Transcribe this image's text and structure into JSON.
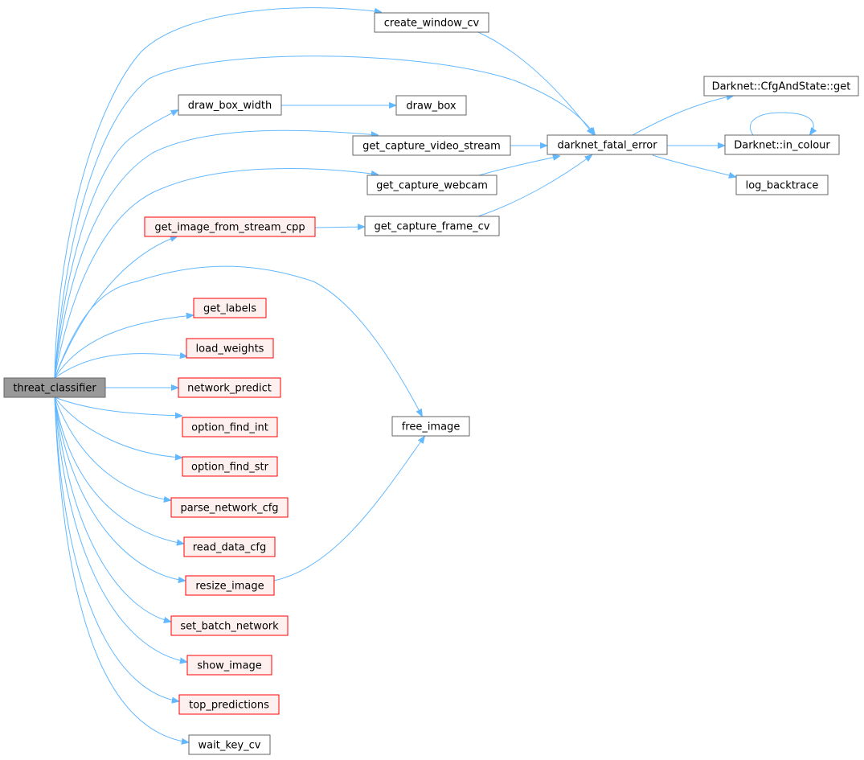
{
  "graph": {
    "nodes": [
      {
        "id": "threat_classifier",
        "label": "threat_classifier",
        "style": "root"
      },
      {
        "id": "create_window_cv",
        "label": "create_window_cv",
        "style": "normal"
      },
      {
        "id": "draw_box_width",
        "label": "draw_box_width",
        "style": "normal"
      },
      {
        "id": "draw_box",
        "label": "draw_box",
        "style": "normal"
      },
      {
        "id": "get_capture_video_stream",
        "label": "get_capture_video_stream",
        "style": "normal"
      },
      {
        "id": "get_capture_webcam",
        "label": "get_capture_webcam",
        "style": "normal"
      },
      {
        "id": "get_image_from_stream_cpp",
        "label": "get_image_from_stream_cpp",
        "style": "red"
      },
      {
        "id": "get_capture_frame_cv",
        "label": "get_capture_frame_cv",
        "style": "normal"
      },
      {
        "id": "darknet_fatal_error",
        "label": "darknet_fatal_error",
        "style": "normal"
      },
      {
        "id": "cfg_get",
        "label": "Darknet::CfgAndState::get",
        "style": "normal"
      },
      {
        "id": "in_colour",
        "label": "Darknet::in_colour",
        "style": "normal"
      },
      {
        "id": "log_backtrace",
        "label": "log_backtrace",
        "style": "normal"
      },
      {
        "id": "get_labels",
        "label": "get_labels",
        "style": "red"
      },
      {
        "id": "load_weights",
        "label": "load_weights",
        "style": "red"
      },
      {
        "id": "network_predict",
        "label": "network_predict",
        "style": "red"
      },
      {
        "id": "option_find_int",
        "label": "option_find_int",
        "style": "red"
      },
      {
        "id": "option_find_str",
        "label": "option_find_str",
        "style": "red"
      },
      {
        "id": "parse_network_cfg",
        "label": "parse_network_cfg",
        "style": "red"
      },
      {
        "id": "read_data_cfg",
        "label": "read_data_cfg",
        "style": "red"
      },
      {
        "id": "resize_image",
        "label": "resize_image",
        "style": "red"
      },
      {
        "id": "set_batch_network",
        "label": "set_batch_network",
        "style": "red"
      },
      {
        "id": "show_image",
        "label": "show_image",
        "style": "red"
      },
      {
        "id": "top_predictions",
        "label": "top_predictions",
        "style": "red"
      },
      {
        "id": "wait_key_cv",
        "label": "wait_key_cv",
        "style": "normal"
      },
      {
        "id": "free_image",
        "label": "free_image",
        "style": "normal"
      }
    ],
    "edges": [
      [
        "threat_classifier",
        "create_window_cv"
      ],
      [
        "threat_classifier",
        "darknet_fatal_error"
      ],
      [
        "threat_classifier",
        "draw_box_width"
      ],
      [
        "threat_classifier",
        "get_capture_video_stream"
      ],
      [
        "threat_classifier",
        "get_capture_webcam"
      ],
      [
        "threat_classifier",
        "get_image_from_stream_cpp"
      ],
      [
        "threat_classifier",
        "free_image"
      ],
      [
        "threat_classifier",
        "get_labels"
      ],
      [
        "threat_classifier",
        "load_weights"
      ],
      [
        "threat_classifier",
        "network_predict"
      ],
      [
        "threat_classifier",
        "option_find_int"
      ],
      [
        "threat_classifier",
        "option_find_str"
      ],
      [
        "threat_classifier",
        "parse_network_cfg"
      ],
      [
        "threat_classifier",
        "read_data_cfg"
      ],
      [
        "threat_classifier",
        "resize_image"
      ],
      [
        "threat_classifier",
        "set_batch_network"
      ],
      [
        "threat_classifier",
        "show_image"
      ],
      [
        "threat_classifier",
        "top_predictions"
      ],
      [
        "threat_classifier",
        "wait_key_cv"
      ],
      [
        "create_window_cv",
        "darknet_fatal_error"
      ],
      [
        "draw_box_width",
        "draw_box"
      ],
      [
        "get_capture_video_stream",
        "darknet_fatal_error"
      ],
      [
        "get_capture_webcam",
        "darknet_fatal_error"
      ],
      [
        "get_image_from_stream_cpp",
        "get_capture_frame_cv"
      ],
      [
        "get_capture_frame_cv",
        "darknet_fatal_error"
      ],
      [
        "darknet_fatal_error",
        "cfg_get"
      ],
      [
        "darknet_fatal_error",
        "in_colour"
      ],
      [
        "darknet_fatal_error",
        "log_backtrace"
      ],
      [
        "in_colour",
        "in_colour"
      ],
      [
        "resize_image",
        "free_image"
      ]
    ]
  },
  "colors": {
    "edge": "#63b8ff",
    "node_border": "#666666",
    "red_border": "#ff0000",
    "red_fill": "#fff0f0",
    "root_fill": "#999999"
  }
}
